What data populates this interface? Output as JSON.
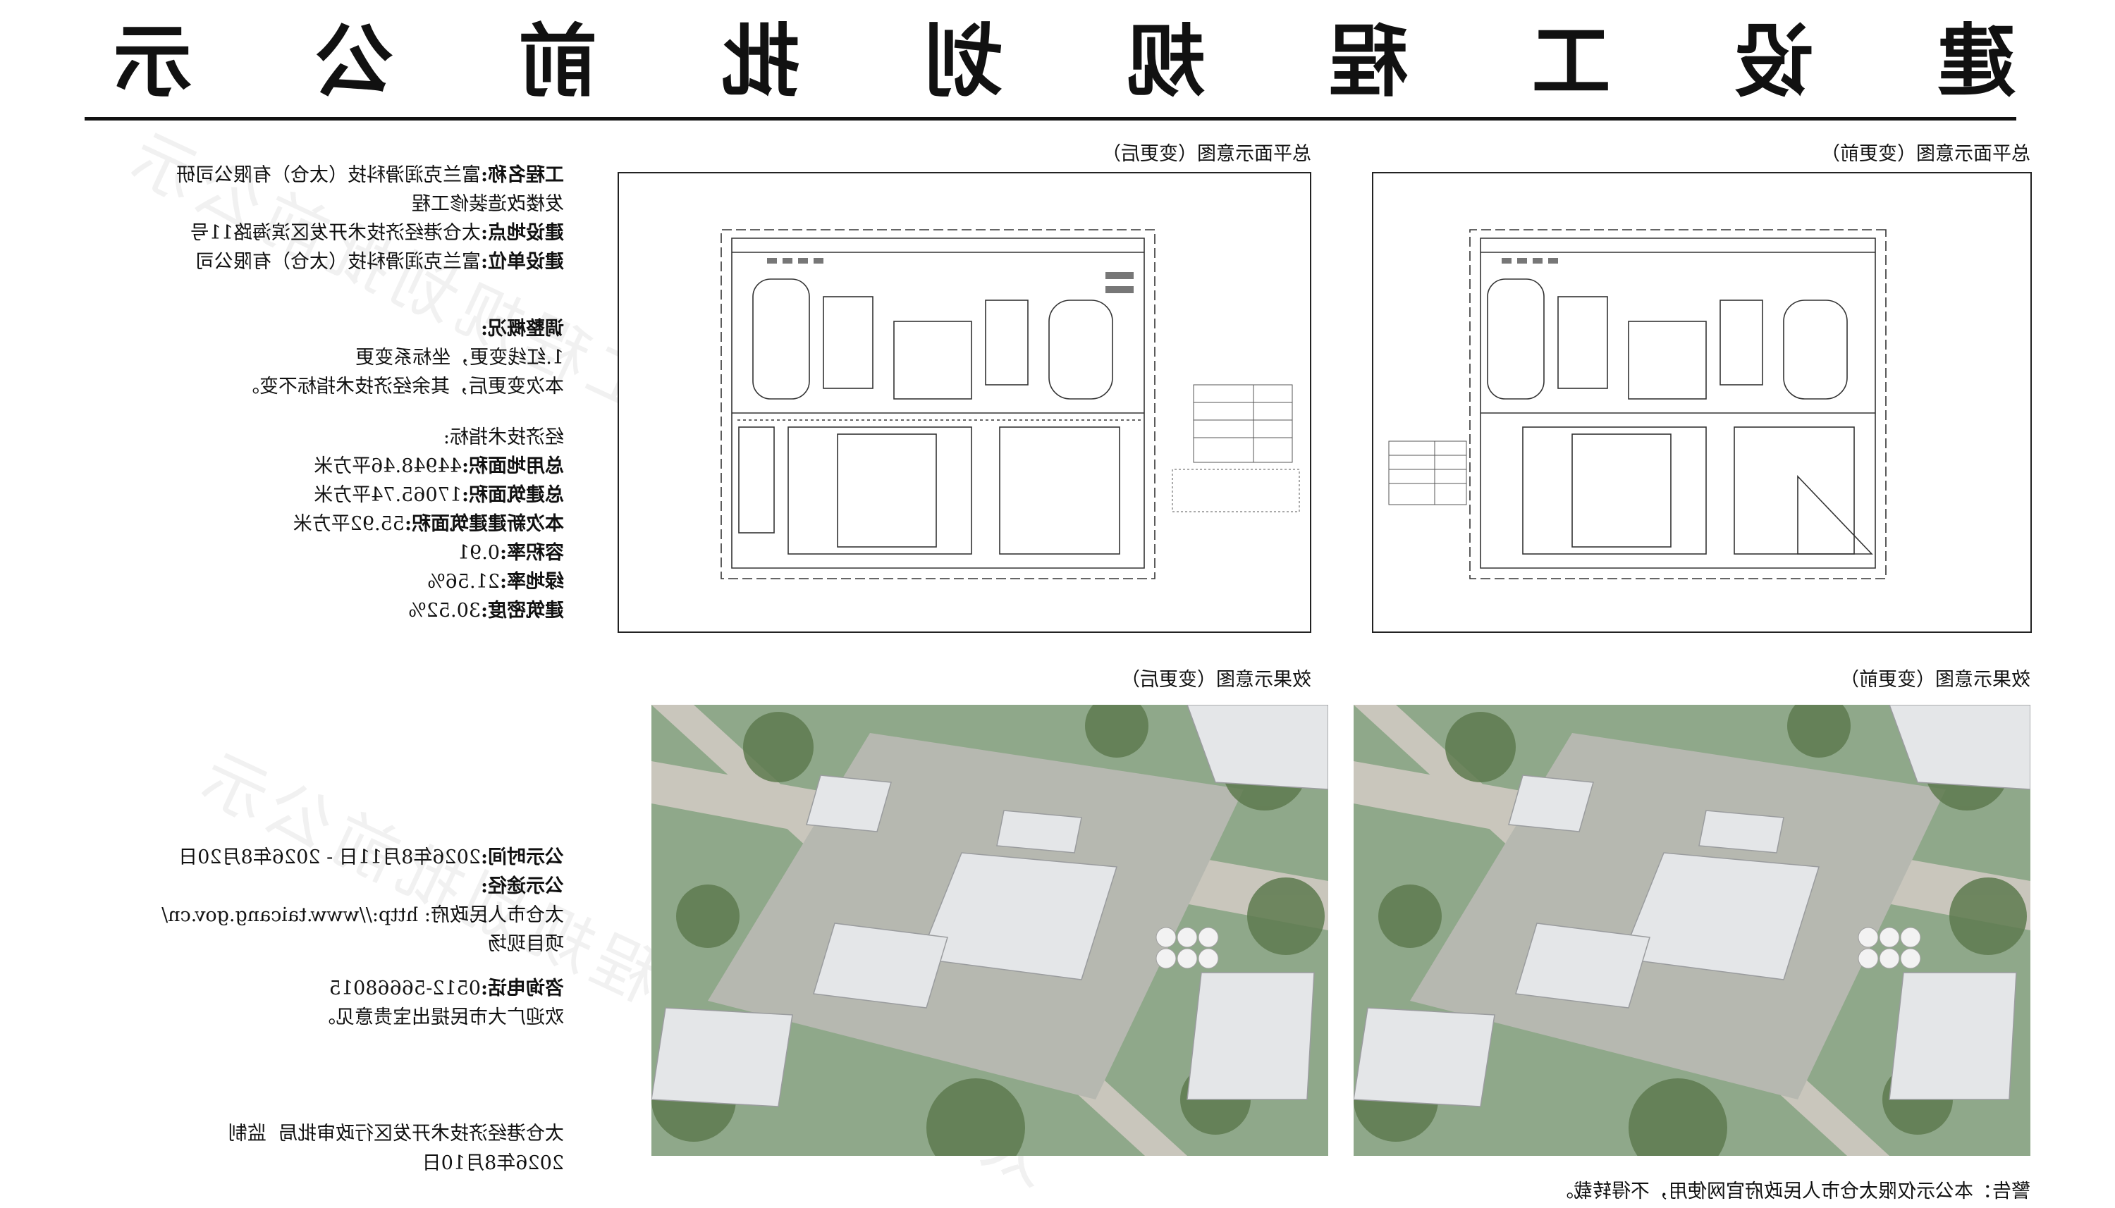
{
  "title": {
    "chars": [
      "建",
      "设",
      "工",
      "程",
      "规",
      "划",
      "批",
      "前",
      "公",
      "示"
    ]
  },
  "watermark": {
    "text": "太仓市建设工程规划批前公示"
  },
  "project": {
    "name_label": "工程名称:",
    "name_value_line1": "富兰克润滑科技（太仓）有限公司研",
    "name_value_line2": "发楼改造装修工程",
    "location_label": "建设地点:",
    "location_value": "太仓港经济技术开发区滨海路11号",
    "unit_label": "建设单位:",
    "unit_value": "富兰克润滑科技（太仓）有限公司"
  },
  "adjustment": {
    "heading": "调整概况:",
    "line1": "1.红线变更，坐标系变更",
    "line2": "本次变更后，其余经济技术指标不变。"
  },
  "indicators": {
    "heading": "经济技术指标:",
    "items": [
      {
        "label": "总用地面积:",
        "value": "44948.46平方米"
      },
      {
        "label": "总建筑面积:",
        "value": "17065.74平方米"
      },
      {
        "label": "本次新建建筑面积:",
        "value": "55.92平方米"
      },
      {
        "label": "容积率:",
        "value": "0.91"
      },
      {
        "label": "绿地率:",
        "value": "21.56%"
      },
      {
        "label": "建筑密度:",
        "value": "30.52%"
      }
    ]
  },
  "publicity": {
    "period_label": "公示时间:",
    "period_value": "2026年8月11日 - 2026年8月20日",
    "channel_label": "公示途径:",
    "channel_value": "太仓市人民政府: http://www.taicang.gov.cn/",
    "channel_value2": "项目现场",
    "phone_label": "咨询电话:",
    "phone_value": "0512-56668015",
    "welcome": "欢迎广大市民提出宝贵意见。"
  },
  "signature": {
    "org_left": "太仓港经济技术开发区行政审批局",
    "org_right": "监制",
    "date": "2026年8月10日"
  },
  "captions": {
    "plan_after": "总平面示意图（变更后）",
    "plan_before": "总平面示意图（变更前）",
    "render_after": "效果示意图（变更后）",
    "render_before": "效果示意图（变更前）"
  },
  "warning": "警告：本公示仅限太仓市人民政府官网使用，不得转载。",
  "colors": {
    "ink": "#111111",
    "grass": "#8fa88a",
    "trees": "#5e7a4f",
    "building": "#e4e6e8",
    "road": "#c9c6bc"
  }
}
